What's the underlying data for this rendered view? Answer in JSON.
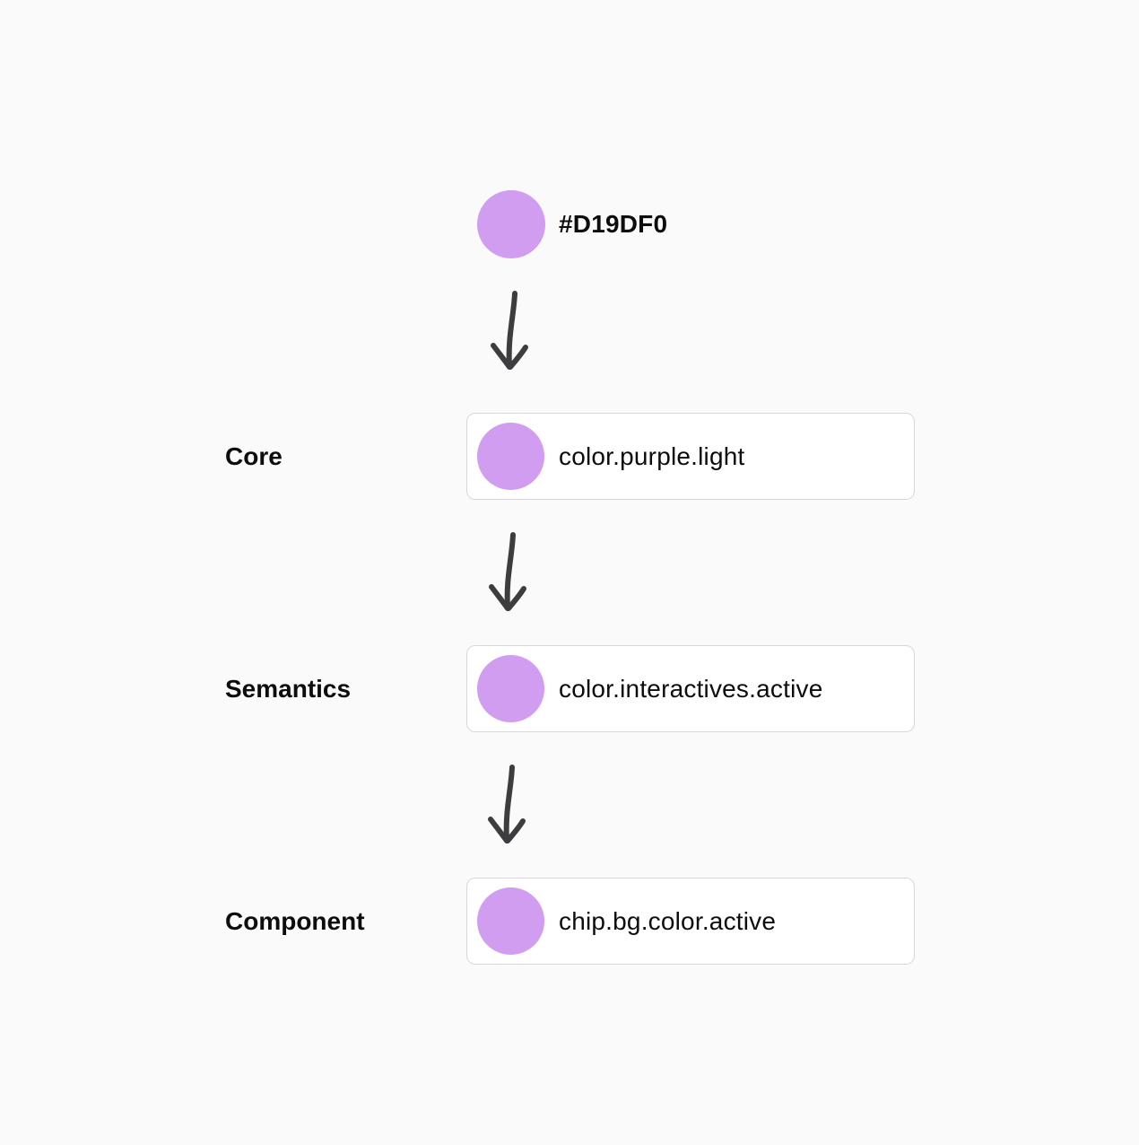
{
  "page": {
    "background_color": "#fafafa"
  },
  "swatch": {
    "hex_label": "#D19DF0",
    "color": "#D19DF0"
  },
  "arrow": {
    "icon": "hand-drawn-down-arrow",
    "color": "#3d3d3f"
  },
  "box": {
    "background_color": "#ffffff",
    "border_color": "#d7d7db"
  },
  "text_color": "#0d0d0d",
  "rows": [
    {
      "label": "Core",
      "token": "color.purple.light",
      "swatch_color": "#D19DF0"
    },
    {
      "label": "Semantics",
      "token": "color.interactives.active",
      "swatch_color": "#D19DF0"
    },
    {
      "label": "Component",
      "token": "chip.bg.color.active",
      "swatch_color": "#D19DF0"
    }
  ]
}
